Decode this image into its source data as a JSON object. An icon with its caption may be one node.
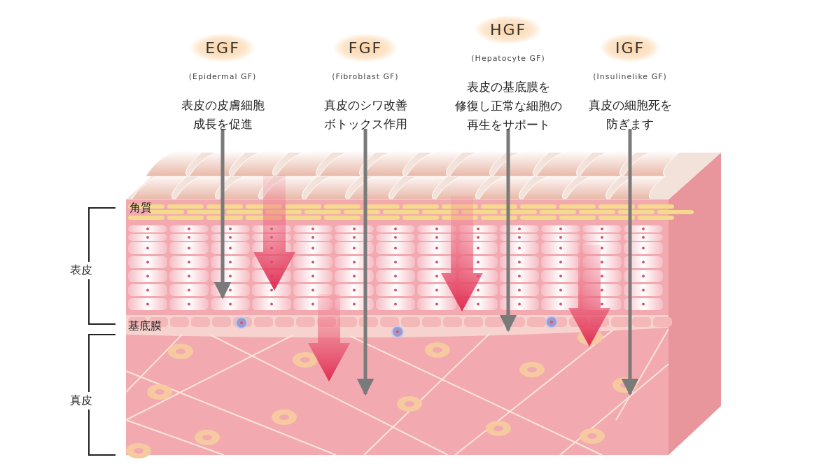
{
  "diagram": {
    "nodes": [
      {
        "text": [
          "EGF",
          "(Epidermal GF)",
          "表皮の皮膚細胞成長を促進"
        ]
      },
      {
        "text": [
          "FGF",
          "(Fibroblast GF)",
          "真皮のシワ改善ボトックス作用"
        ]
      },
      {
        "text": [
          "HGF",
          "(Hepatocyte GF)",
          "表皮の基底膜を修復し正常な細胞の再生をサポート"
        ]
      },
      {
        "text": [
          "IGF",
          "(Insulinelike GF)",
          "真皮の細胞死を防ぎます"
        ]
      }
    ],
    "edges": [
      {
        "from": 0,
        "to": null,
        "arrow": "to"
      },
      {
        "from": 1,
        "to": null,
        "arrow": "to"
      },
      {
        "from": 2,
        "to": null,
        "arrow": "to"
      },
      {
        "from": 3,
        "to": null,
        "arrow": "to"
      }
    ],
    "labels": [
      "角質",
      "表皮",
      "基底膜",
      "真皮"
    ]
  }
}
